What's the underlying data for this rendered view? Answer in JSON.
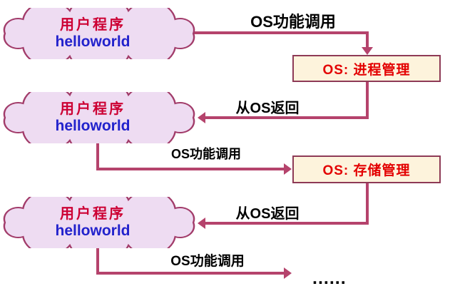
{
  "clouds": [
    {
      "title": "用户程序",
      "subtitle": "helloworld"
    },
    {
      "title": "用户程序",
      "subtitle": "helloworld"
    },
    {
      "title": "用户程序",
      "subtitle": "helloworld"
    }
  ],
  "boxes": [
    {
      "label": "OS: 进程管理"
    },
    {
      "label": "OS: 存储管理"
    }
  ],
  "arrow_labels": {
    "calls": [
      "OS功能调用",
      "OS功能调用",
      "OS功能调用"
    ],
    "returns": [
      "从OS返回",
      "从OS返回"
    ]
  },
  "ellipsis": "......",
  "colors": {
    "arrow": "#b5436c",
    "cloud-fill": "#eedcf2",
    "cloud-stroke": "#a23c6a",
    "box-bg": "#fdf3dc",
    "box-border": "#8e3a56",
    "box-text": "#e30000",
    "cloud-title": "#cc0033",
    "cloud-subtitle": "#2222cc",
    "label-text": "#000000"
  }
}
